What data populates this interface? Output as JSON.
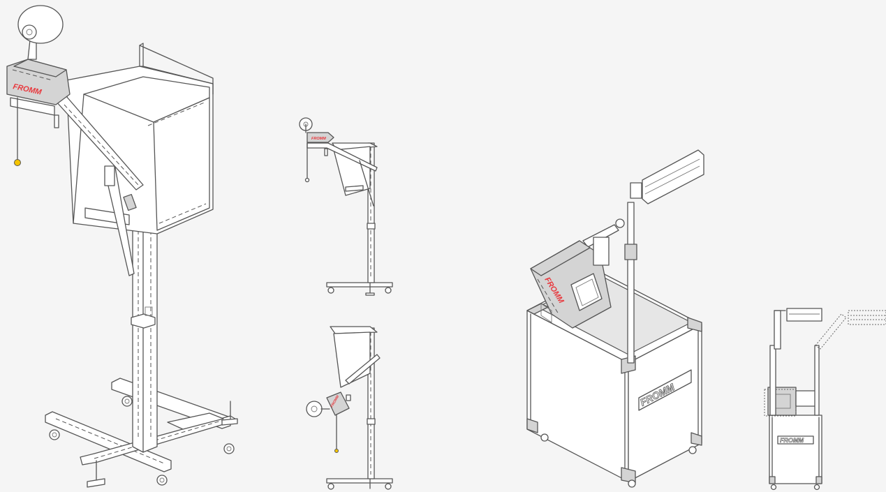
{
  "brand": {
    "label": "FROMM",
    "accent_color": "#e8383d",
    "knob_color": "#f5c400",
    "background": "#f5f5f5"
  },
  "illustrations": [
    {
      "id": "tall-stand-dispenser",
      "icon": "stand-machine-large"
    },
    {
      "id": "side-view-raised",
      "icon": "stand-machine-side"
    },
    {
      "id": "side-view-lowered",
      "icon": "stand-machine-side-lowered"
    },
    {
      "id": "cart-machine",
      "icon": "cart-machine-large"
    },
    {
      "id": "cart-side-view",
      "icon": "cart-machine-small"
    }
  ]
}
